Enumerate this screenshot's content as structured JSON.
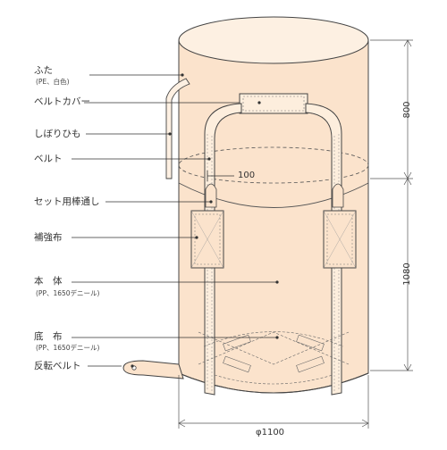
{
  "labels": {
    "futa": "ふた",
    "futa_sub": "(PE、白色)",
    "belt_cover": "ベルトカバー",
    "shibori_himo": "しぼりひも",
    "belt": "ベルト",
    "set_rod": "セット用棒通し",
    "reinforce": "補強布",
    "body": "本　体",
    "body_sub": "(PP、1650デニール)",
    "bottom": "底　布",
    "bottom_sub": "(PP、1650デニール)",
    "reverse_belt": "反転ベルト"
  },
  "dimensions": {
    "height_upper": "800",
    "height_lower": "1080",
    "belt_gap": "100",
    "diameter": "φ1100"
  },
  "colors": {
    "bag_fill": "#fbe3cc",
    "bag_rim": "#fdf0e2",
    "line": "#444444",
    "belt_fill": "#fdeedd"
  }
}
